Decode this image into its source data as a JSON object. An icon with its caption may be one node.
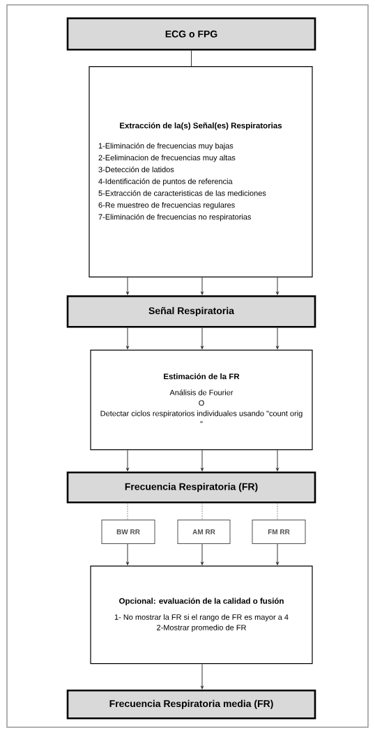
{
  "diagram": {
    "nodes": [
      {
        "text": [
          "ECG o FPG"
        ]
      },
      {
        "text": [
          "Extracción de la(s) Señal(es) Respiratorias",
          "1-Eliminación de frecuencias muy bajas",
          "2-Eeliminacion de frecuencias muy altas",
          "3-Detección de latidos",
          "4-Identificación de puntos de referencia",
          "5-Extracción de caracteristicas de las mediciones",
          "6-Re muestreo de frecuencias regulares",
          "7-Eliminación de frecuencias no respiratorias"
        ]
      },
      {
        "text": [
          "Señal Respiratoria"
        ]
      },
      {
        "text": [
          "Estimación de la FR",
          "Análisis de Fourier",
          "O",
          "Detectar ciclos respiratorios individuales usando \"count orig \""
        ]
      },
      {
        "text": [
          "Frecuencia Respiratoria (FR)"
        ]
      },
      {
        "text": [
          "BW RR"
        ]
      },
      {
        "text": [
          "AM RR"
        ]
      },
      {
        "text": [
          "FM RR"
        ]
      },
      {
        "text": [
          "Opcional: evaluación de la calidad o fusión",
          "1- No mostrar la FR si el rango de FR es mayor a 4",
          "2-Mostrar promedio de FR"
        ]
      },
      {
        "text": [
          "Frecuencia Respiratoria media (FR)"
        ]
      }
    ],
    "edges": [
      {
        "from": 0,
        "to": 1,
        "arrow": "none"
      },
      {
        "from": 1,
        "to": 2,
        "arrow": "to"
      },
      {
        "from": 1,
        "to": 2,
        "arrow": "to"
      },
      {
        "from": 1,
        "to": 2,
        "arrow": "to"
      },
      {
        "from": 2,
        "to": 3,
        "arrow": "to"
      },
      {
        "from": 2,
        "to": 3,
        "arrow": "to"
      },
      {
        "from": 2,
        "to": 3,
        "arrow": "to"
      },
      {
        "from": 3,
        "to": 4,
        "arrow": "to"
      },
      {
        "from": 3,
        "to": 4,
        "arrow": "to"
      },
      {
        "from": 3,
        "to": 4,
        "arrow": "to"
      },
      {
        "from": 4,
        "to": 5,
        "arrow": "none",
        "style": "dashed",
        "color": "#909090"
      },
      {
        "from": 4,
        "to": 6,
        "arrow": "none",
        "style": "dashed",
        "color": "#909090"
      },
      {
        "from": 4,
        "to": 7,
        "arrow": "none",
        "style": "dashed",
        "color": "#909090"
      },
      {
        "from": 5,
        "to": 8,
        "arrow": "to"
      },
      {
        "from": 6,
        "to": 8,
        "arrow": "to"
      },
      {
        "from": 7,
        "to": 8,
        "arrow": "to"
      },
      {
        "from": 8,
        "to": 9,
        "arrow": "to"
      }
    ]
  }
}
